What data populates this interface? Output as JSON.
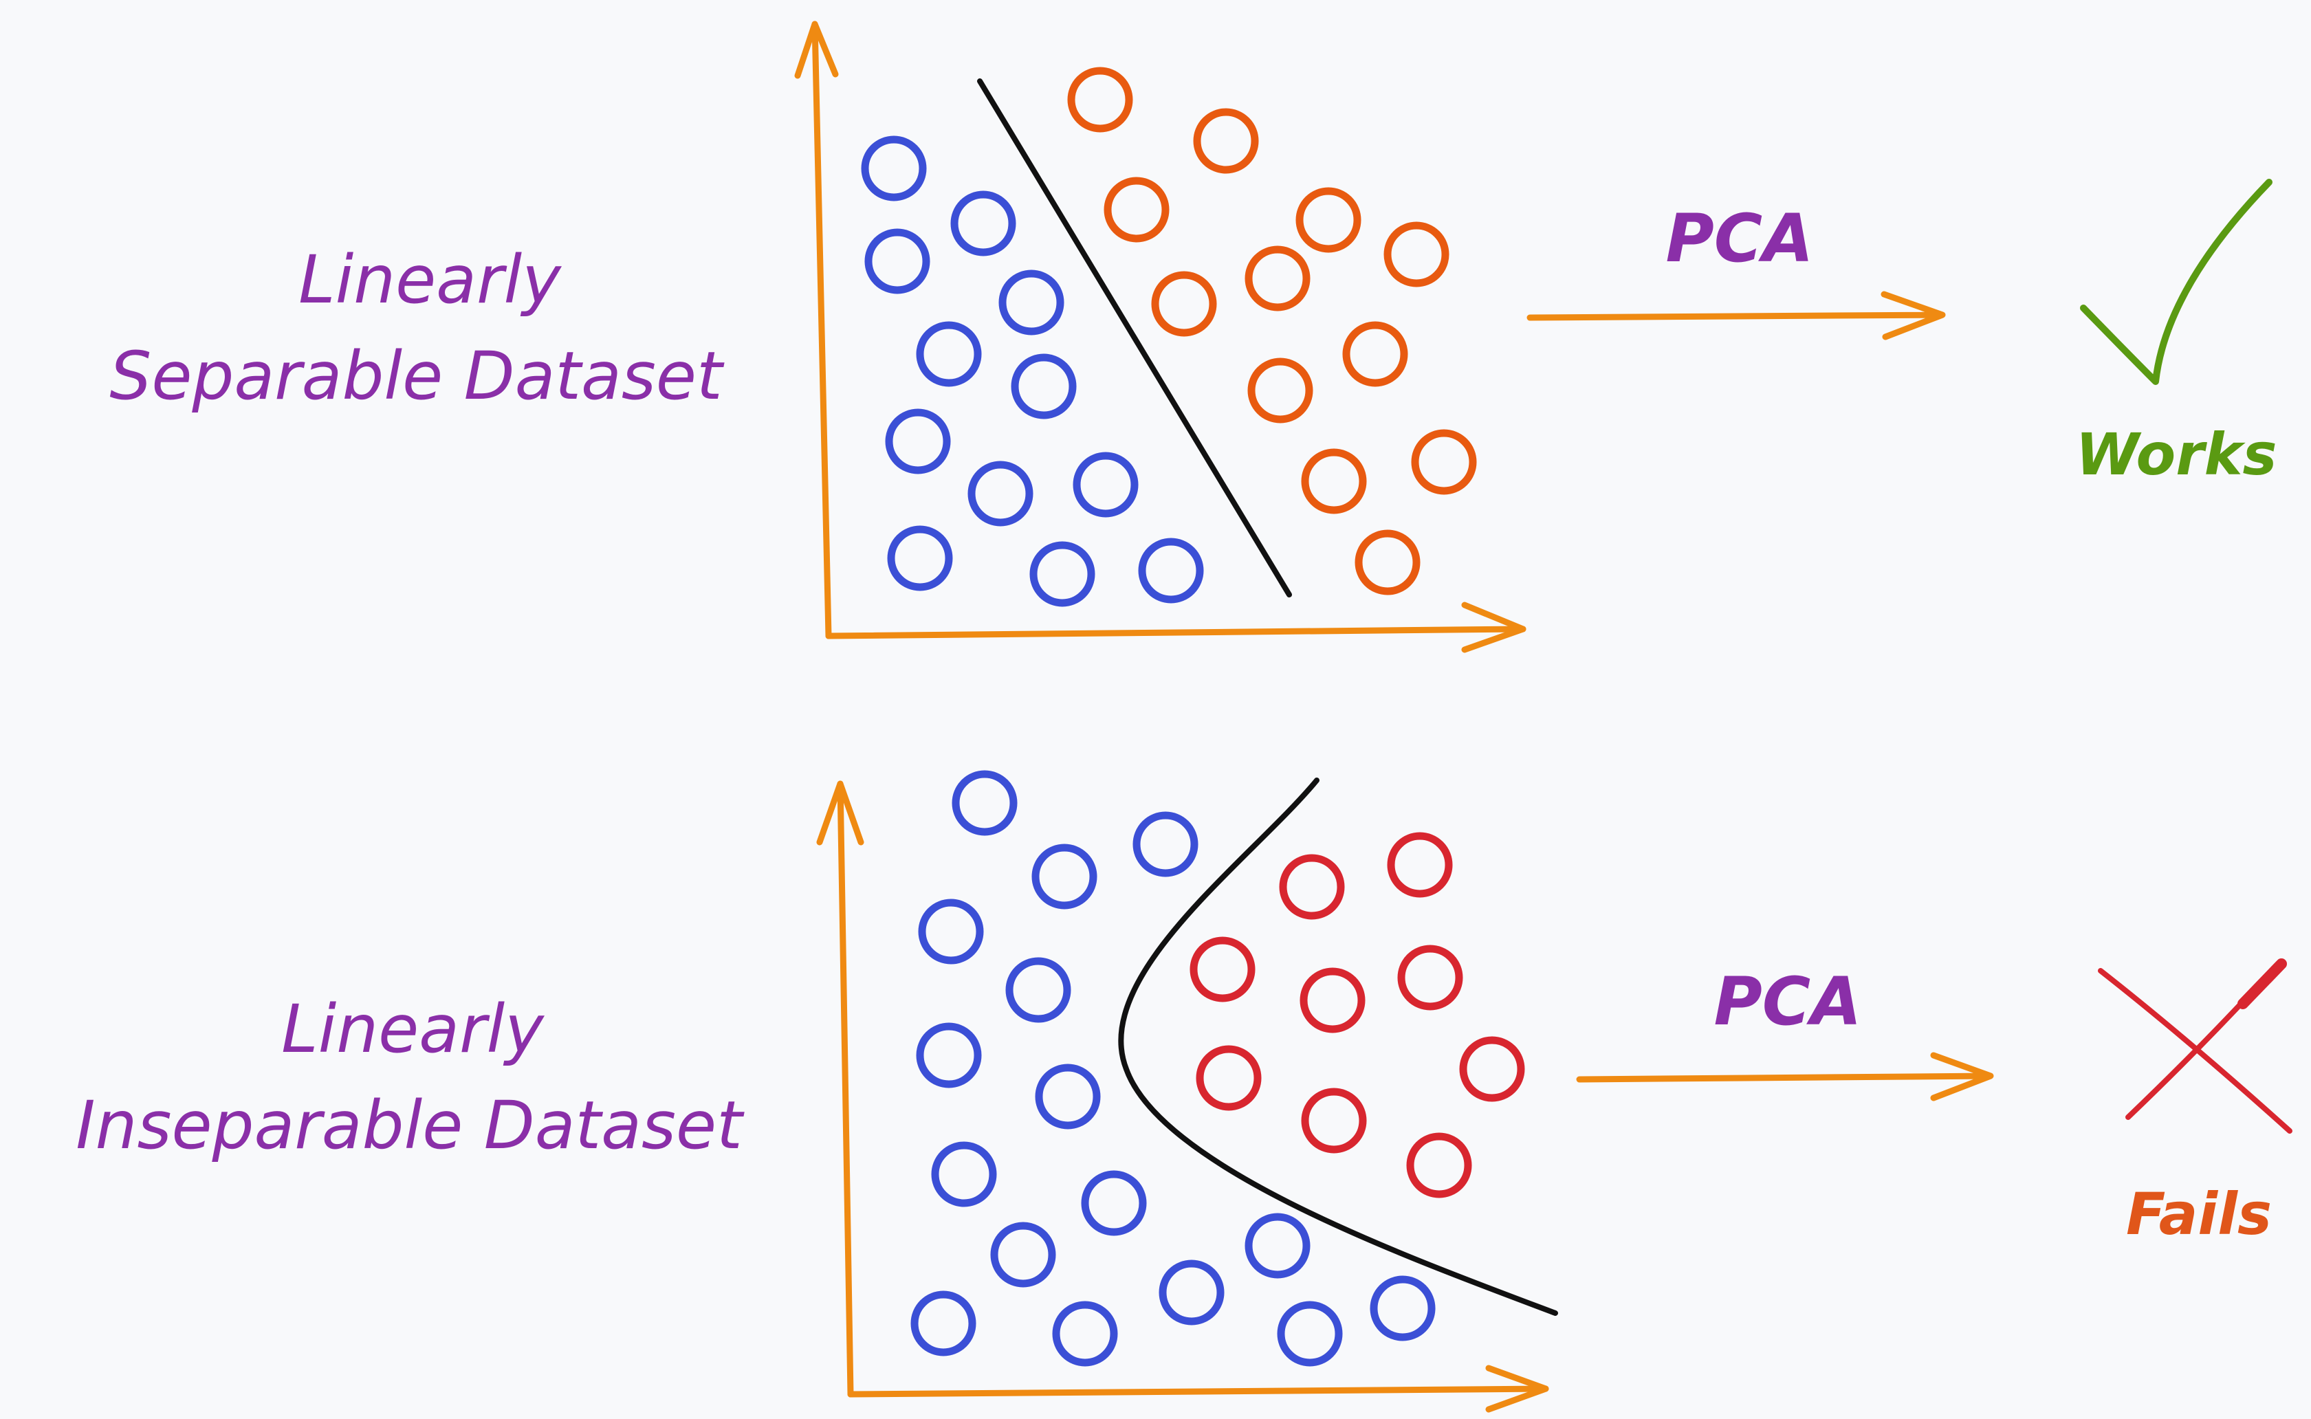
{
  "colors": {
    "axis": "#ef8a12",
    "blue": "#3b4fd6",
    "orange": "#e85a10",
    "red": "#d8262f",
    "purple": "#8a2fa8",
    "green": "#5a9a12",
    "fail": "#e0561a",
    "boundary": "#111111",
    "background": "#f8f9fb"
  },
  "top_panel": {
    "label_line1": "Linearly",
    "label_line2": "Separable Dataset",
    "arrow_label": "PCA",
    "result_label": "Works",
    "result_icon": "checkmark-icon"
  },
  "bottom_panel": {
    "label_line1": "Linearly",
    "label_line2": "Inseparable Dataset",
    "arrow_label": "PCA",
    "result_label": "Fails",
    "result_icon": "cross-icon"
  }
}
